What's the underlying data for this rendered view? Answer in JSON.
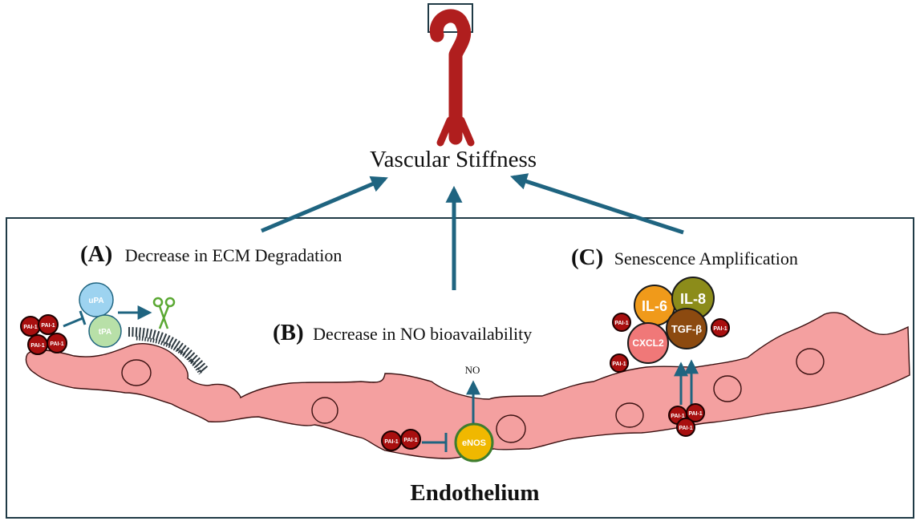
{
  "title": "Vascular Stiffness",
  "footer": "Endothelium",
  "panels": {
    "a": {
      "letter": "(A)",
      "label": "Decrease in ECM Degradation"
    },
    "b": {
      "letter": "(B)",
      "label": "Decrease in NO bioavailability"
    },
    "c": {
      "letter": "(C)",
      "label": "Senescence Amplification"
    }
  },
  "molecules": {
    "upa": "uPA",
    "tpa": "tPA",
    "pai1": "PAI-1",
    "no": "NO",
    "enos": "eNOS",
    "il6": "IL-6",
    "il8": "IL-8",
    "tgfb": "TGF-β",
    "cxcl2": "CXCL2"
  },
  "colors": {
    "arrow": "#1f6480",
    "box_border": "#1f3a46",
    "cell_fill": "#f4a0a0",
    "cell_stroke": "#3a1010",
    "artery": "#b01e1e",
    "pai1_fill": "#a80f0f",
    "upa_fill": "#9dd3f0",
    "tpa_fill": "#b8e0a8",
    "enos_fill": "#f0b800",
    "enos_ring": "#3e7d2e",
    "il6_fill": "#f09a1a",
    "il8_fill": "#8c8c1a",
    "tgfb_fill": "#8c4a10",
    "cxcl2_fill": "#f07878",
    "scissors": "#5aa832"
  },
  "icons": [
    "artery-icon",
    "scissors-icon",
    "ecm-fiber-icon"
  ]
}
